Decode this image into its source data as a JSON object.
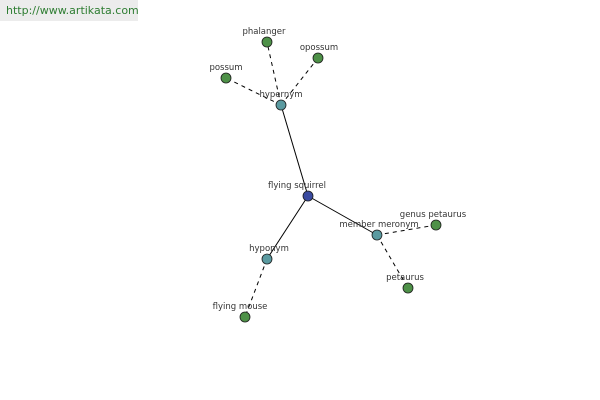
{
  "watermark": "http://www.artikata.com",
  "colors": {
    "center": "#3a4aa0",
    "relation": "#5a9aa0",
    "leaf": "#4e9148",
    "edge": "#000000"
  },
  "nodes": [
    {
      "id": "flying-squirrel",
      "label": "flying squirrel",
      "kind": "center"
    },
    {
      "id": "hypernym",
      "label": "hypernym",
      "kind": "relation"
    },
    {
      "id": "member-meronym",
      "label": "member meronym",
      "kind": "relation"
    },
    {
      "id": "hyponym",
      "label": "hyponym",
      "kind": "relation"
    },
    {
      "id": "phalanger",
      "label": "phalanger",
      "kind": "leaf"
    },
    {
      "id": "opossum",
      "label": "opossum",
      "kind": "leaf"
    },
    {
      "id": "possum",
      "label": "possum",
      "kind": "leaf"
    },
    {
      "id": "genus-petaurus",
      "label": "genus petaurus",
      "kind": "leaf"
    },
    {
      "id": "petaurus",
      "label": "petaurus",
      "kind": "leaf"
    },
    {
      "id": "flying-mouse",
      "label": "flying mouse",
      "kind": "leaf"
    }
  ],
  "edges": [
    {
      "from": "flying-squirrel",
      "to": "hypernym",
      "style": "solid"
    },
    {
      "from": "flying-squirrel",
      "to": "member-meronym",
      "style": "solid"
    },
    {
      "from": "flying-squirrel",
      "to": "hyponym",
      "style": "solid"
    },
    {
      "from": "hypernym",
      "to": "phalanger",
      "style": "dashed"
    },
    {
      "from": "hypernym",
      "to": "opossum",
      "style": "dashed"
    },
    {
      "from": "hypernym",
      "to": "possum",
      "style": "dashed"
    },
    {
      "from": "member-meronym",
      "to": "genus-petaurus",
      "style": "dashed"
    },
    {
      "from": "member-meronym",
      "to": "petaurus",
      "style": "dashed"
    },
    {
      "from": "hyponym",
      "to": "flying-mouse",
      "style": "dashed"
    }
  ]
}
